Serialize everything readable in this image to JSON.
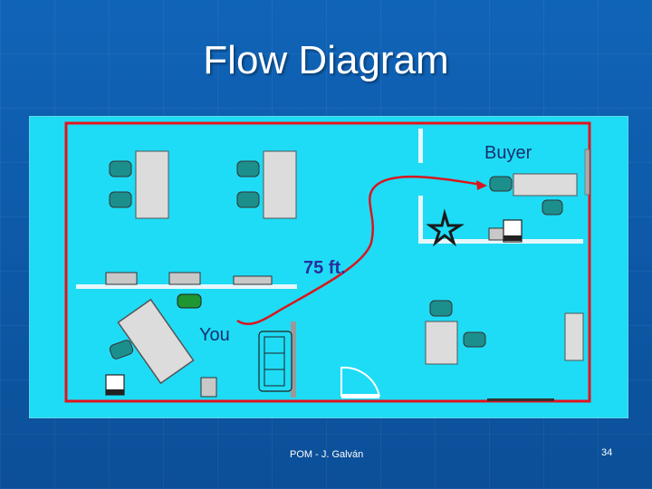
{
  "slide": {
    "title": "Flow Diagram",
    "footer": "POM - J. Galván",
    "page_number": "34"
  },
  "diagram": {
    "labels": {
      "buyer": "Buyer",
      "you": "You",
      "distance": "75 ft."
    },
    "colors": {
      "floor": "#1edcf5",
      "wall": "#e3141e",
      "path": "#d9161e",
      "chair": "#1c8f8c",
      "desk": "#dcdcdc",
      "partition": "#c0c0c0",
      "plant": "#1e9632",
      "star": "#1a1a1a"
    }
  }
}
